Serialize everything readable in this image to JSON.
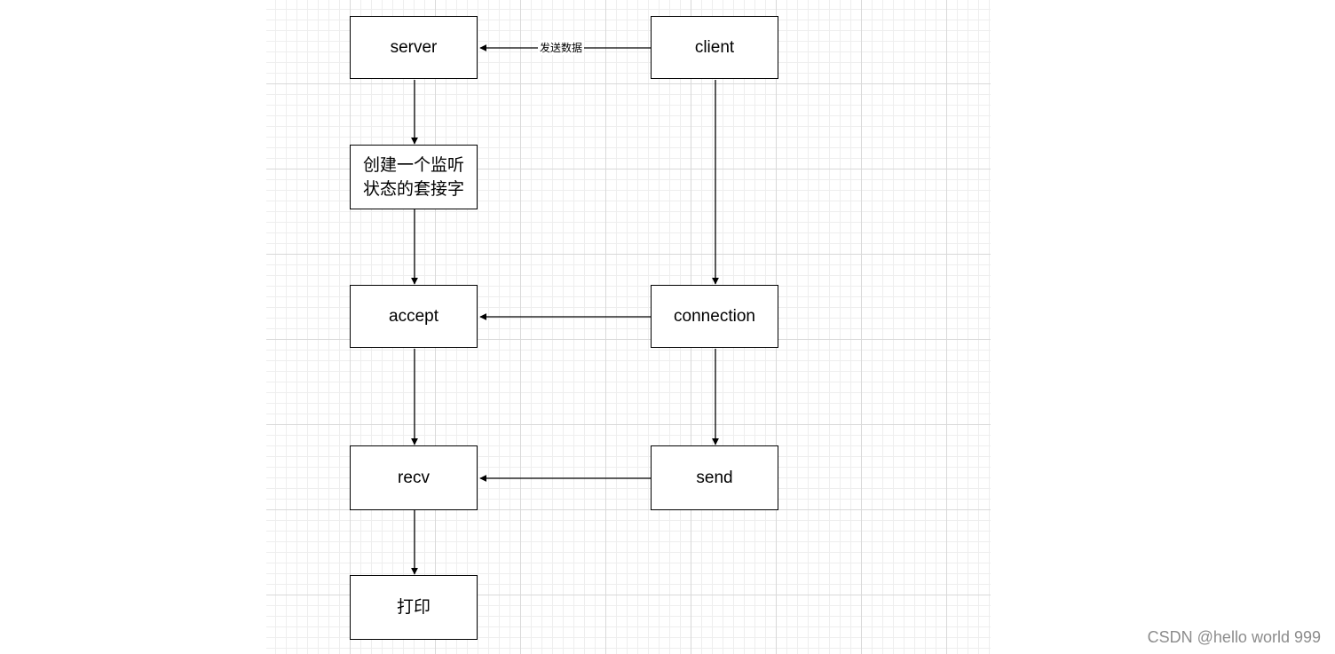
{
  "nodes": {
    "server": "server",
    "client": "client",
    "create_socket_line1": "创建一个监听",
    "create_socket_line2": "状态的套接字",
    "accept": "accept",
    "connection": "connection",
    "recv": "recv",
    "send": "send",
    "print": "打印"
  },
  "edges": {
    "client_to_server_label": "发送数据"
  },
  "watermark": "CSDN @hello world 999",
  "colors": {
    "stroke": "#000000",
    "grid_major": "#d9d9d9",
    "grid_minor": "#eeeeee",
    "watermark": "#8c8c8c"
  }
}
